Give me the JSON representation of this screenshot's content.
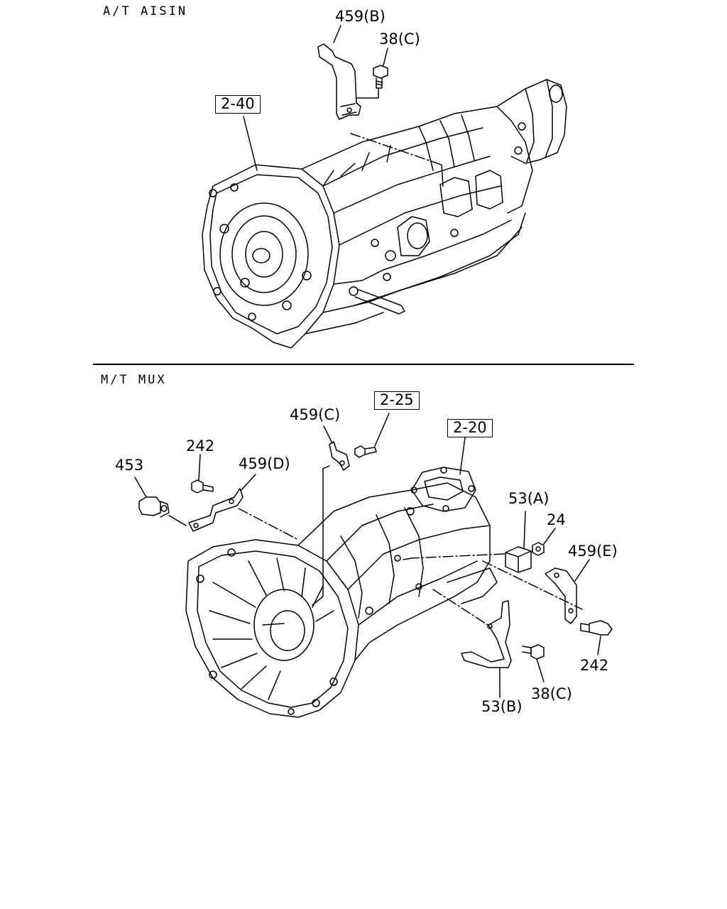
{
  "sections": {
    "top": {
      "heading": "A/T AISIN",
      "labels": {
        "ref_2_40": "2-40",
        "p459b": "459(B)",
        "p38c": "38(C)"
      }
    },
    "bottom": {
      "heading": "M/T MUX",
      "labels": {
        "ref_2_25": "2-25",
        "ref_2_20": "2-20",
        "p459c": "459(C)",
        "p242_a": "242",
        "p453": "453",
        "p459d": "459(D)",
        "p53a": "53(A)",
        "p24": "24",
        "p459e": "459(E)",
        "p242_b": "242",
        "p38c": "38(C)",
        "p53b": "53(B)"
      }
    }
  }
}
